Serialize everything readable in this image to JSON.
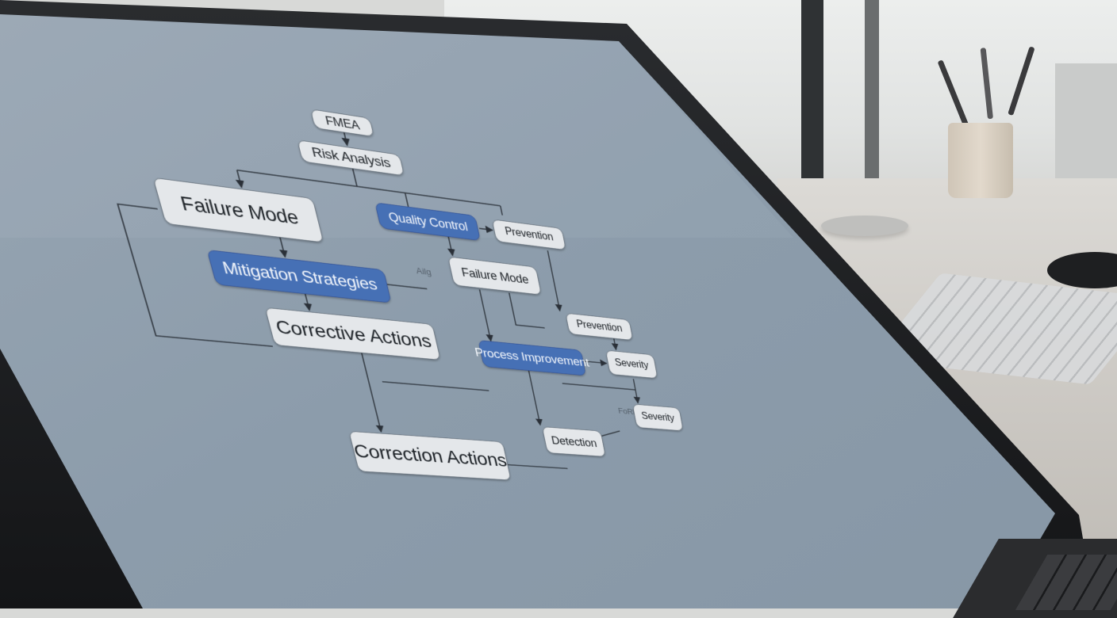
{
  "nodes": {
    "fmea": "FMEA",
    "risk_analysis": "Risk Analysis",
    "failure_mode_1": "Failure Mode",
    "quality_control": "Quality Control",
    "prevention_1": "Prevention",
    "mitigation_strategies": "Mitigation Strategies",
    "failure_mode_2": "Failure Mode",
    "prevention_2": "Prevention",
    "corrective_actions": "Corrective Actions",
    "process_improvement": "Process Improvement",
    "severity_1": "Severity",
    "severity_2": "Severity",
    "detection": "Detection",
    "correction_actions": "Correction Actions"
  },
  "faint_labels": {
    "label_a": "Ailg",
    "label_b": "FoRb"
  },
  "colors": {
    "screen": "#8e9eac",
    "node_light": "#e4e7ea",
    "node_blue": "#4670b5",
    "connector": "#2a3038"
  }
}
